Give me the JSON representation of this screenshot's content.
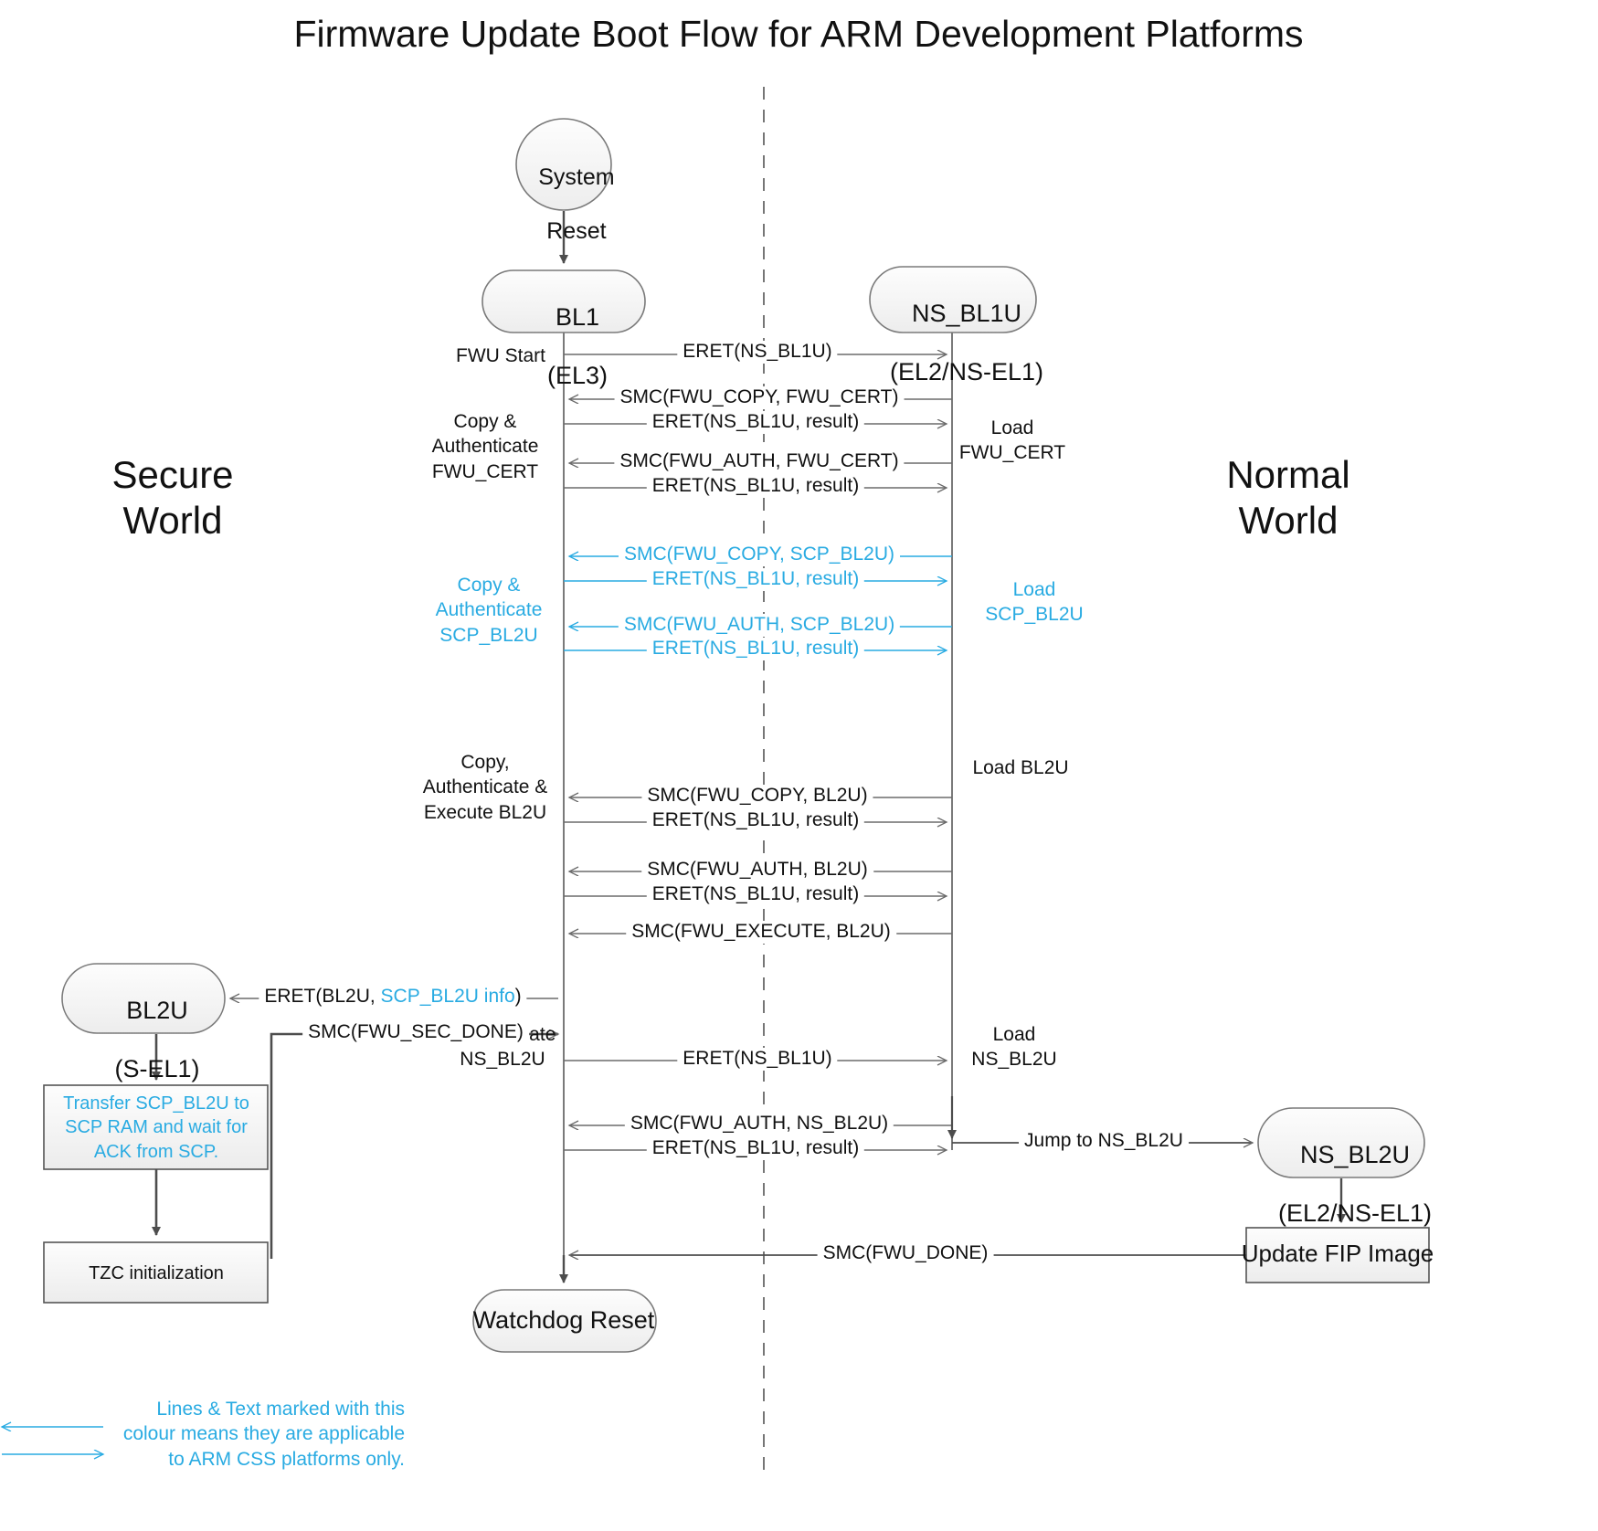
{
  "title": "Firmware Update Boot Flow for ARM Development Platforms",
  "colors": {
    "cyan": "#29abe2",
    "line": "#4d4d4d",
    "node_fill": "#f2f2f2",
    "node_stroke": "#808080",
    "text": "#111111"
  },
  "worlds": {
    "secure": "Secure\nWorld",
    "normal": "Normal\nWorld"
  },
  "nodes": {
    "system_reset": {
      "line1": "System",
      "line2": "Reset"
    },
    "bl1": {
      "line1": "BL1",
      "line2": "(EL3)"
    },
    "ns_bl1u": {
      "line1": "NS_BL1U",
      "line2": "(EL2/NS-EL1)"
    },
    "bl2u": {
      "line1": "BL2U",
      "line2": "(S-EL1)"
    },
    "ns_bl2u": {
      "line1": "NS_BL2U",
      "line2": "(EL2/NS-EL1)"
    },
    "watchdog_reset": {
      "line1": "Watchdog Reset"
    }
  },
  "process_boxes": {
    "transfer_scp": "Transfer SCP_BL2U to\nSCP RAM and wait for\nACK from SCP.",
    "tzc_init": "TZC initialization",
    "update_fip": "Update FIP Image"
  },
  "left_annotations": [
    {
      "id": "fwu-start",
      "text": "FWU Start",
      "cyan": false
    },
    {
      "id": "copy-auth-fwu-cert",
      "text": "Copy &\nAuthenticate\nFWU_CERT",
      "cyan": false
    },
    {
      "id": "copy-auth-scp-bl2u",
      "text": "Copy &\nAuthenticate\nSCP_BL2U",
      "cyan": true
    },
    {
      "id": "copy-auth-exec-bl2u",
      "text": "Copy,\nAuthenticate &\nExecute BL2U",
      "cyan": false
    },
    {
      "id": "authenticate-ns-bl2u",
      "text": "Authenticate\nNS_BL2U",
      "cyan": false
    }
  ],
  "right_annotations": [
    {
      "id": "load-fwu-cert",
      "text": "Load\nFWU_CERT",
      "cyan": false
    },
    {
      "id": "load-scp-bl2u",
      "text": "Load\nSCP_BL2U",
      "cyan": true
    },
    {
      "id": "load-bl2u",
      "text": "Load BL2U",
      "cyan": false
    },
    {
      "id": "load-ns-bl2u",
      "text": "Load\nNS_BL2U",
      "cyan": false
    }
  ],
  "messages": [
    {
      "id": "m1",
      "text": "ERET(NS_BL1U)",
      "dir": "right",
      "cyan": false
    },
    {
      "id": "m2",
      "text": "SMC(FWU_COPY, FWU_CERT)",
      "dir": "left",
      "cyan": false
    },
    {
      "id": "m3",
      "text": "ERET(NS_BL1U, result)",
      "dir": "right",
      "cyan": false
    },
    {
      "id": "m4",
      "text": "SMC(FWU_AUTH, FWU_CERT)",
      "dir": "left",
      "cyan": false
    },
    {
      "id": "m5",
      "text": "ERET(NS_BL1U, result)",
      "dir": "right",
      "cyan": false
    },
    {
      "id": "m6",
      "text": "SMC(FWU_COPY, SCP_BL2U)",
      "dir": "left",
      "cyan": true
    },
    {
      "id": "m7",
      "text": "ERET(NS_BL1U, result)",
      "dir": "right",
      "cyan": true
    },
    {
      "id": "m8",
      "text": "SMC(FWU_AUTH, SCP_BL2U)",
      "dir": "left",
      "cyan": true
    },
    {
      "id": "m9",
      "text": "ERET(NS_BL1U, result)",
      "dir": "right",
      "cyan": true
    },
    {
      "id": "m10",
      "text": "SMC(FWU_COPY, BL2U)",
      "dir": "left",
      "cyan": false
    },
    {
      "id": "m11",
      "text": "ERET(NS_BL1U, result)",
      "dir": "right",
      "cyan": false
    },
    {
      "id": "m12",
      "text": "SMC(FWU_AUTH, BL2U)",
      "dir": "left",
      "cyan": false
    },
    {
      "id": "m13",
      "text": "ERET(NS_BL1U, result)",
      "dir": "right",
      "cyan": false
    },
    {
      "id": "m14",
      "text": "SMC(FWU_EXECUTE, BL2U)",
      "dir": "left",
      "cyan": false
    },
    {
      "id": "m17",
      "text": "ERET(NS_BL1U)",
      "dir": "right",
      "cyan": false
    },
    {
      "id": "m18",
      "text": "SMC(FWU_AUTH, NS_BL2U)",
      "dir": "left",
      "cyan": false
    },
    {
      "id": "m19",
      "text": "ERET(NS_BL1U, result)",
      "dir": "right",
      "cyan": false
    }
  ],
  "secure_messages": {
    "eret_bl2u_pre": "ERET(BL2U, ",
    "eret_bl2u_cyan": "SCP_BL2U info",
    "eret_bl2u_post": ")",
    "smc_fwu_sec_done": "SMC(FWU_SEC_DONE)"
  },
  "bottom_messages": {
    "jump_to_ns_bl2u": "Jump to NS_BL2U",
    "smc_fwu_done": "SMC(FWU_DONE)"
  },
  "legend": {
    "text": "Lines & Text marked with this\ncolour means they are applicable\nto ARM CSS platforms only."
  }
}
